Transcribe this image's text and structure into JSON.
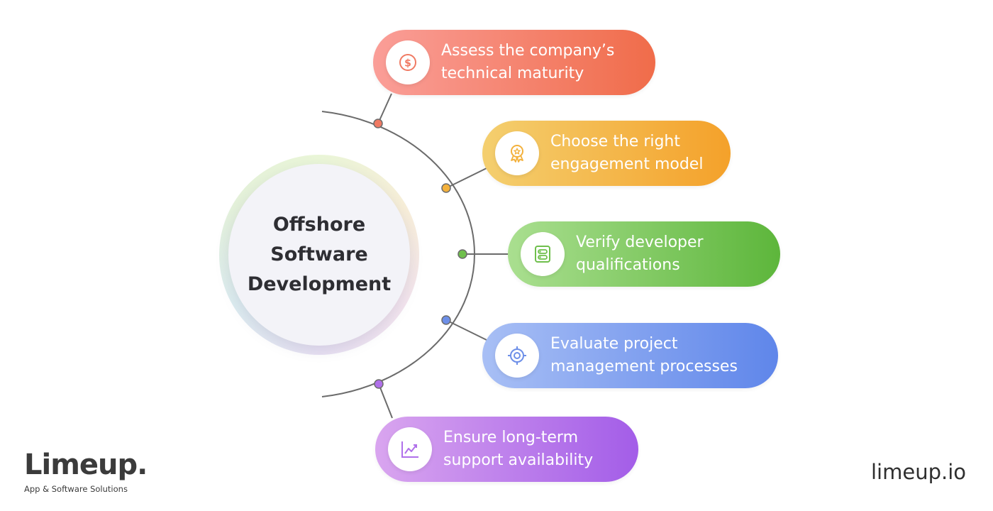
{
  "hub": {
    "title_lines": [
      "Offshore",
      "Software",
      "Development"
    ]
  },
  "steps": [
    {
      "lines": [
        "Assess the company’s",
        "technical maturity"
      ],
      "icon": "dollar-coin-icon",
      "color": "#f07a63"
    },
    {
      "lines": [
        "Choose the right",
        "engagement model"
      ],
      "icon": "award-badge-icon",
      "color": "#f3b13c"
    },
    {
      "lines": [
        "Verify developer",
        "qualifications"
      ],
      "icon": "checklist-card-icon",
      "color": "#6fbf4c"
    },
    {
      "lines": [
        "Evaluate project",
        "management processes"
      ],
      "icon": "target-icon",
      "color": "#6d8fe8"
    },
    {
      "lines": [
        "Ensure long-term",
        "support availability"
      ],
      "icon": "trend-chart-icon",
      "color": "#b070ea"
    }
  ],
  "brand": {
    "name": "Limeup.",
    "tagline": "App & Software Solutions",
    "url": "limeup.io"
  }
}
